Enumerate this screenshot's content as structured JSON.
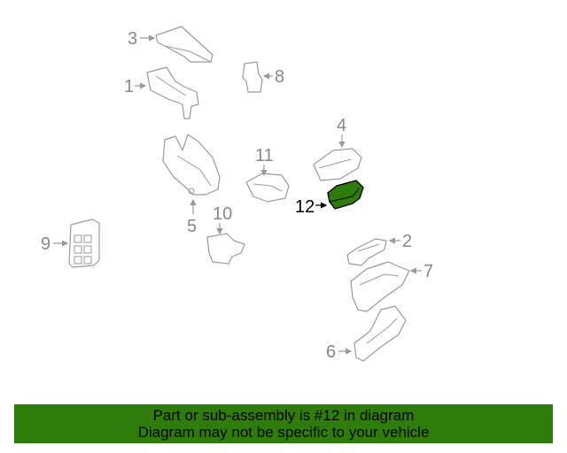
{
  "callouts": {
    "c1": "1",
    "c2": "2",
    "c3": "3",
    "c4": "4",
    "c5": "5",
    "c6": "6",
    "c7": "7",
    "c8": "8",
    "c9": "9",
    "c10": "10",
    "c11": "11",
    "c12": "12"
  },
  "highlight_part": "12",
  "colors": {
    "highlight_fill": "#2e7d0a",
    "footer_bg": "#2e7d0a",
    "line_gray": "#9a9a9a"
  },
  "footer": {
    "line1": "Part or sub-assembly is #12 in diagram",
    "line2": "Diagram may not be specific to your vehicle"
  }
}
